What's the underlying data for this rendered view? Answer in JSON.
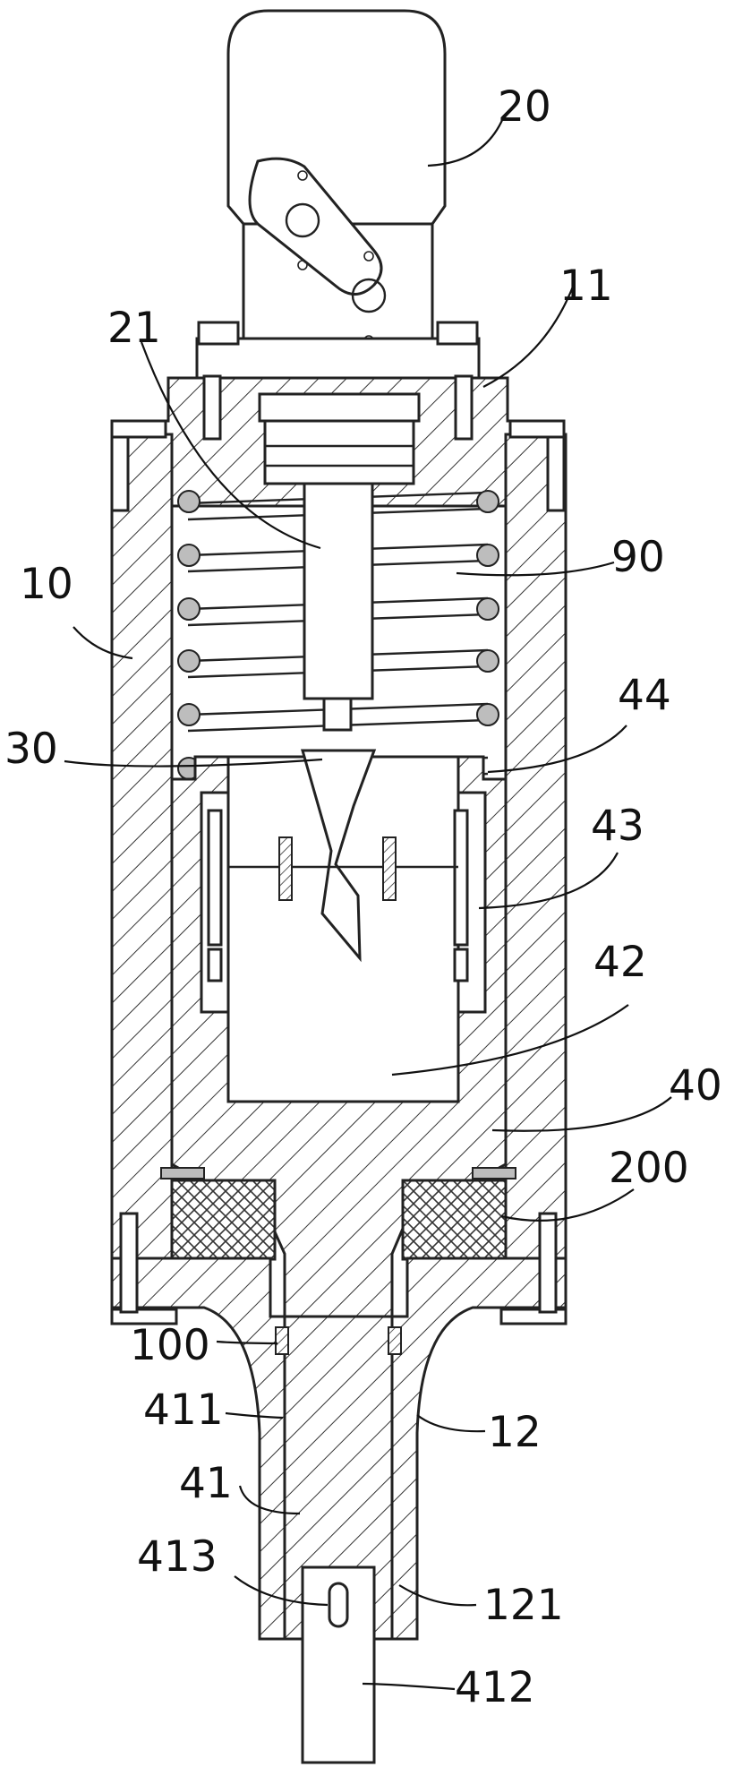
{
  "figure": {
    "labels": [
      {
        "id": "20",
        "text": "20"
      },
      {
        "id": "11",
        "text": "11"
      },
      {
        "id": "21",
        "text": "21"
      },
      {
        "id": "90",
        "text": "90"
      },
      {
        "id": "10",
        "text": "10"
      },
      {
        "id": "44",
        "text": "44"
      },
      {
        "id": "30",
        "text": "30"
      },
      {
        "id": "43",
        "text": "43"
      },
      {
        "id": "42",
        "text": "42"
      },
      {
        "id": "40",
        "text": "40"
      },
      {
        "id": "200",
        "text": "200"
      },
      {
        "id": "100",
        "text": "100"
      },
      {
        "id": "411",
        "text": "411"
      },
      {
        "id": "12",
        "text": "12"
      },
      {
        "id": "41",
        "text": "41"
      },
      {
        "id": "413",
        "text": "413"
      },
      {
        "id": "121",
        "text": "121"
      },
      {
        "id": "412",
        "text": "412"
      }
    ]
  }
}
